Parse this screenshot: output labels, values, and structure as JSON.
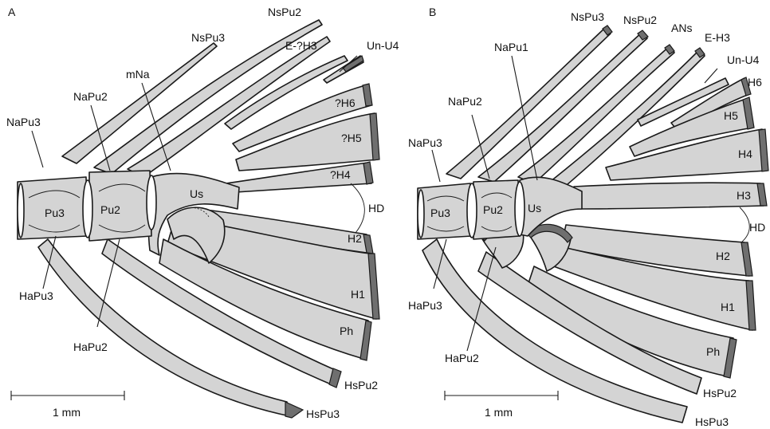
{
  "panels": [
    {
      "letter": "A",
      "scale": "1 mm",
      "labels": {
        "NsPu2": "NsPu2",
        "NsPu3": "NsPu3",
        "mNa": "mNa",
        "E-?H3": "E-?H3",
        "Un-U4": "Un-U4",
        "NaPu2": "NaPu2",
        "NaPu3": "NaPu3",
        "?H6": "?H6",
        "?H5": "?H5",
        "?H4": "?H4",
        "HD": "HD",
        "Pu3": "Pu3",
        "Pu2": "Pu2",
        "Us": "Us",
        "H2": "H2",
        "H1": "H1",
        "Ph": "Ph",
        "HaPu3": "HaPu3",
        "HaPu2": "HaPu2",
        "HsPu2": "HsPu2",
        "HsPu3": "HsPu3"
      }
    },
    {
      "letter": "B",
      "scale": "1 mm",
      "labels": {
        "NsPu3": "NsPu3",
        "NsPu2": "NsPu2",
        "ANs": "ANs",
        "E-H3": "E-H3",
        "NaPu1": "NaPu1",
        "Un-U4": "Un-U4",
        "H6": "H6",
        "NaPu2": "NaPu2",
        "H5": "H5",
        "NaPu3": "NaPu3",
        "H4": "H4",
        "Pu3": "Pu3",
        "Pu2": "Pu2",
        "Us": "Us",
        "H3": "H3",
        "HD": "HD",
        "H2": "H2",
        "HaPu3": "HaPu3",
        "H1": "H1",
        "HaPu2": "HaPu2",
        "Ph": "Ph",
        "HsPu2": "HsPu2",
        "HsPu3": "HsPu3"
      }
    }
  ]
}
